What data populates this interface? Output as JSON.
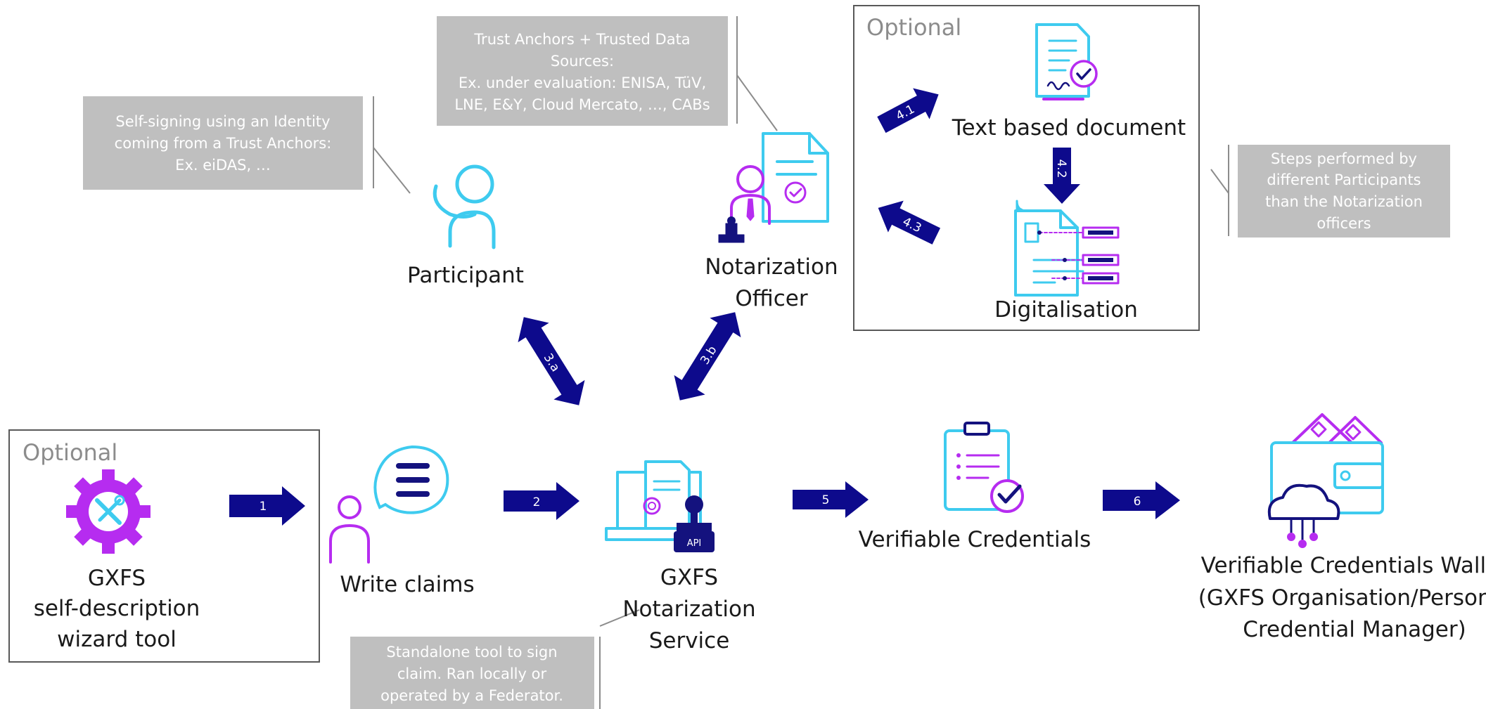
{
  "colors": {
    "arrow": "#0d0a8c",
    "purple": "#b62cf0",
    "cyan": "#3ecbef",
    "navy": "#14127e",
    "note_bg": "#bfbfbf",
    "box_border": "#595959",
    "optional_text": "#8c8c8c"
  },
  "optional_boxes": {
    "top": "Optional",
    "bottom": "Optional"
  },
  "nodes": {
    "participant": {
      "label": "Participant",
      "icon": "person-waving-icon"
    },
    "notarization_officer": {
      "label_line1": "Notarization",
      "label_line2": "Officer",
      "icon": "officer-document-stamp-icon"
    },
    "text_document": {
      "label": "Text based document",
      "icon": "signed-document-icon"
    },
    "digitalisation": {
      "label": "Digitalisation",
      "icon": "document-data-fields-icon"
    },
    "wizard": {
      "label_line1": "GXFS",
      "label_line2": "self-description",
      "label_line3": "wizard tool",
      "icon": "gear-tools-icon"
    },
    "write_claims": {
      "label": "Write claims",
      "icon": "person-speech-bubble-icon"
    },
    "notarization_service": {
      "label_line1": "GXFS",
      "label_line2": "Notarization",
      "label_line3": "Service",
      "icon": "document-stamp-api-icon",
      "api_badge": "API"
    },
    "verifiable_credentials": {
      "label": "Verifiable Credentials",
      "icon": "clipboard-check-icon"
    },
    "wallet": {
      "label_line1": "Verifiable Credentials Wallet",
      "label_line2": "(GXFS Organisation/Personal",
      "label_line3": "Credential Manager)",
      "icon": "wallet-cloud-icon"
    }
  },
  "notes": {
    "trust_anchors": [
      "Trust Anchors + Trusted Data",
      "Sources:",
      "Ex. under evaluation: ENISA, TüV,",
      "LNE, E&Y, Cloud Mercato, …, CABs"
    ],
    "self_signing": [
      "Self-signing using an Identity",
      "coming from a Trust Anchors:",
      "Ex. eiDAS, …"
    ],
    "steps_performed": [
      "Steps performed by",
      "different Participants",
      "than the Notarization",
      "officers"
    ],
    "standalone": [
      "Standalone tool to sign",
      "claim. Ran locally or",
      "operated by a Federator."
    ]
  },
  "arrows": {
    "a1": "1",
    "a2": "2",
    "a3a": "3.a",
    "a3b": "3.b",
    "a41": "4.1",
    "a42": "4.2",
    "a43": "4.3",
    "a5": "5",
    "a6": "6"
  }
}
